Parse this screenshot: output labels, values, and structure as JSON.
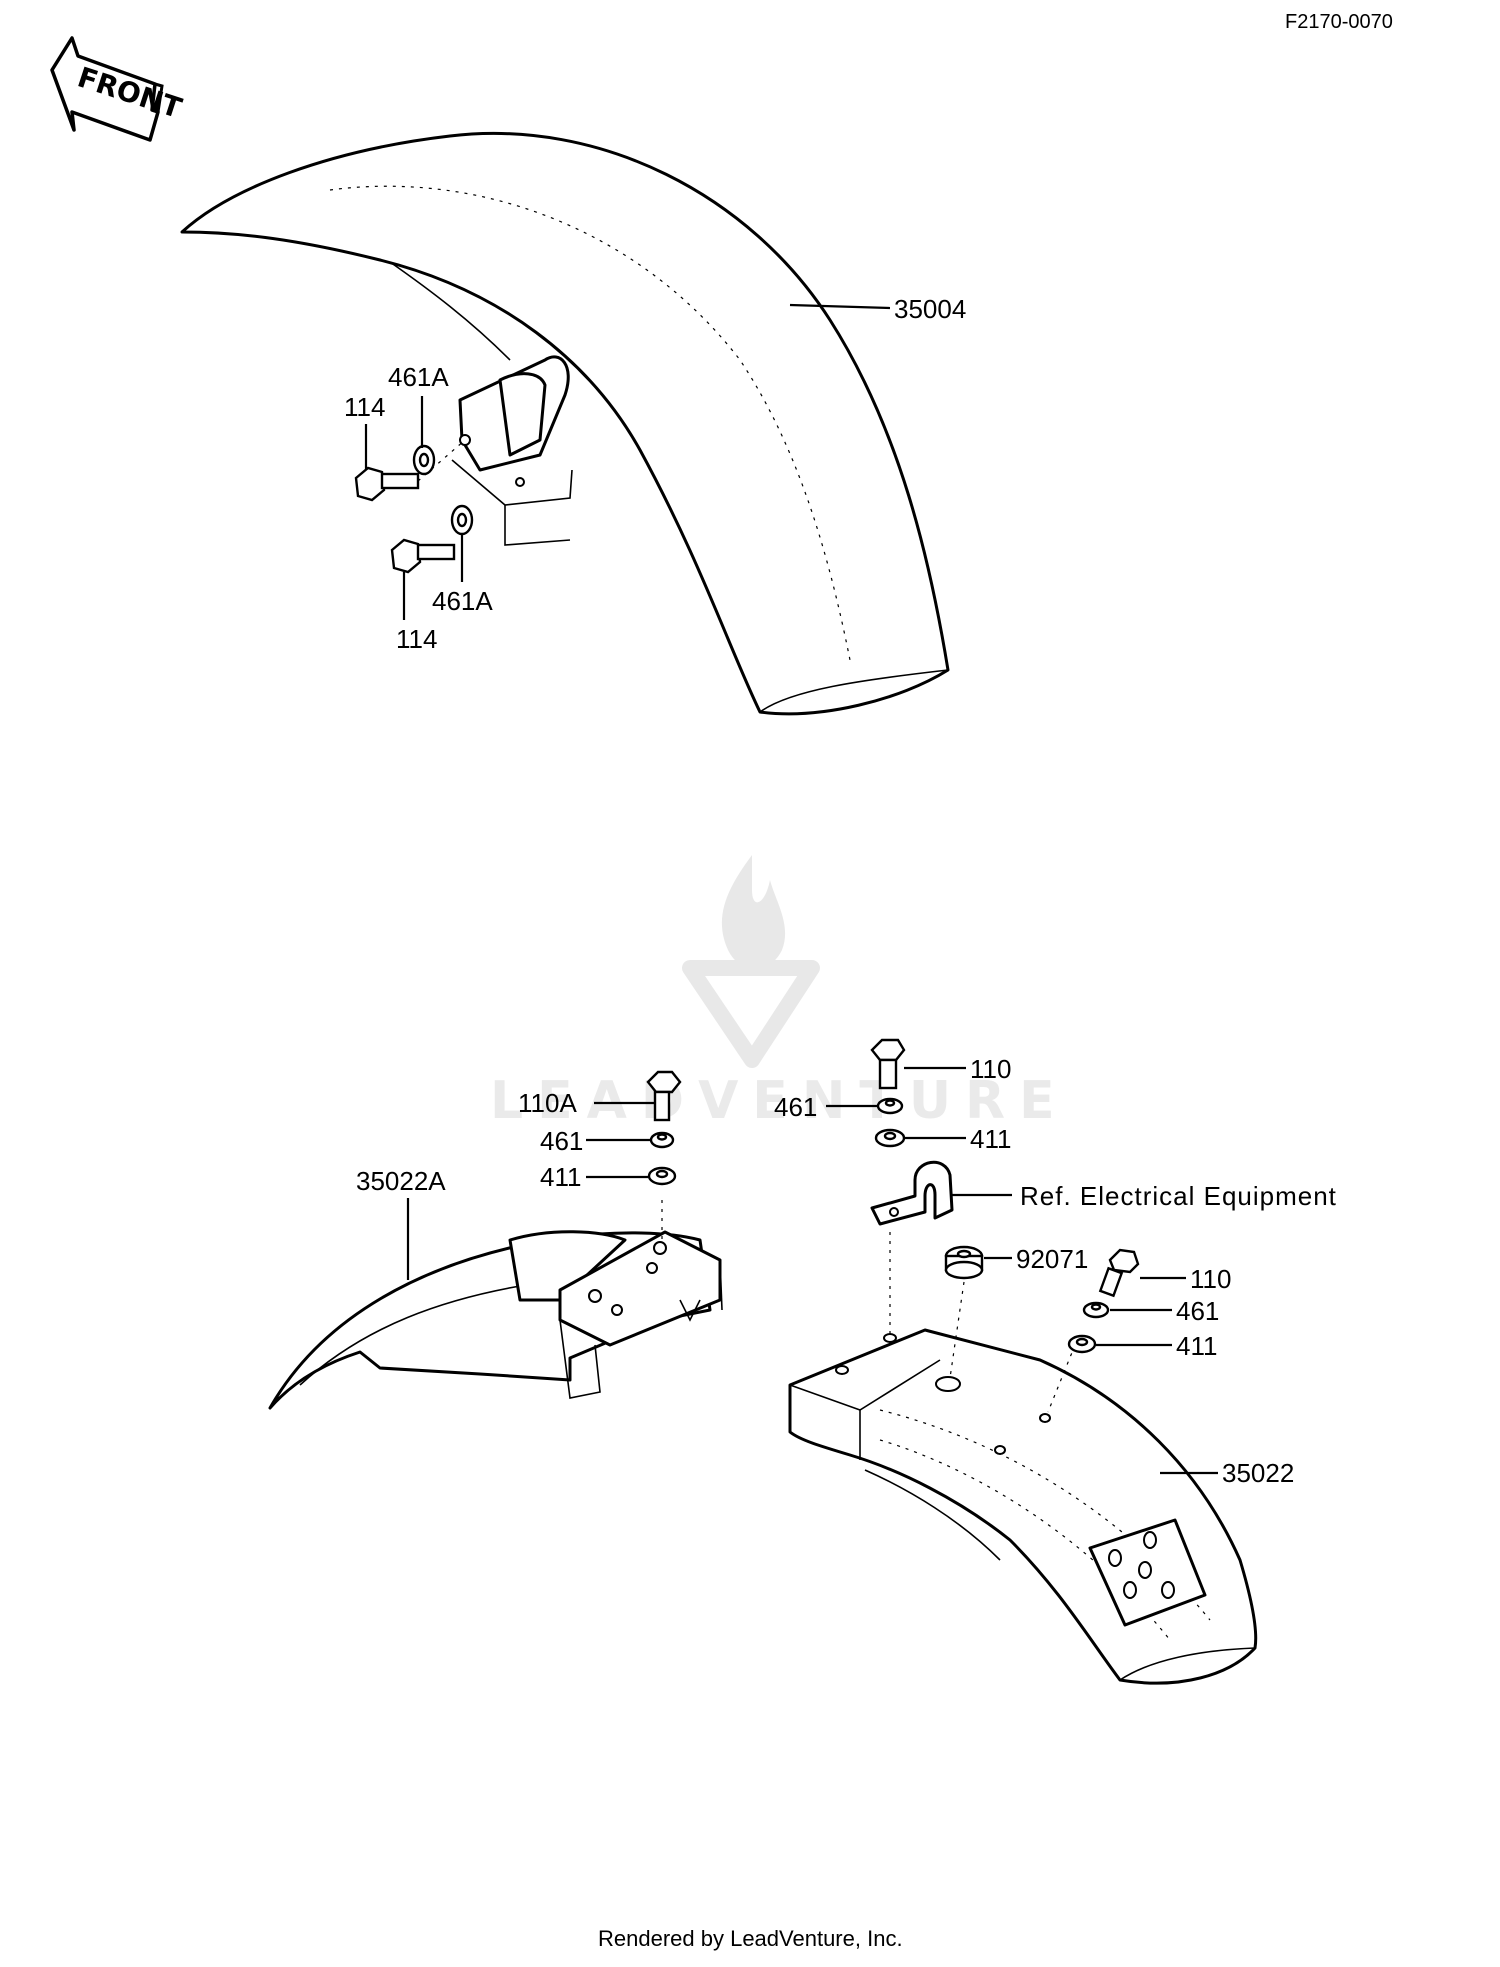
{
  "document_id": "F2170-0070",
  "front_arrow_label": "FRONT",
  "watermark": "LEADVENTURE",
  "footer": "Rendered by LeadVenture, Inc.",
  "callouts": {
    "front_fender": "35004",
    "bolt_upper": "114",
    "washer_upper": "461A",
    "washer_lower": "461A",
    "bolt_lower": "114",
    "mudguard": "35022A",
    "bolt_110a": "110A",
    "washer_461_left": "461",
    "washer_411_left": "411",
    "bolt_110_top": "110",
    "washer_461_top": "461",
    "washer_411_top": "411",
    "ref_electrical": "Ref.  Electrical Equipment",
    "grommet": "92071",
    "bolt_110_right": "110",
    "washer_461_right": "461",
    "washer_411_right": "411",
    "rear_fender": "35022"
  }
}
